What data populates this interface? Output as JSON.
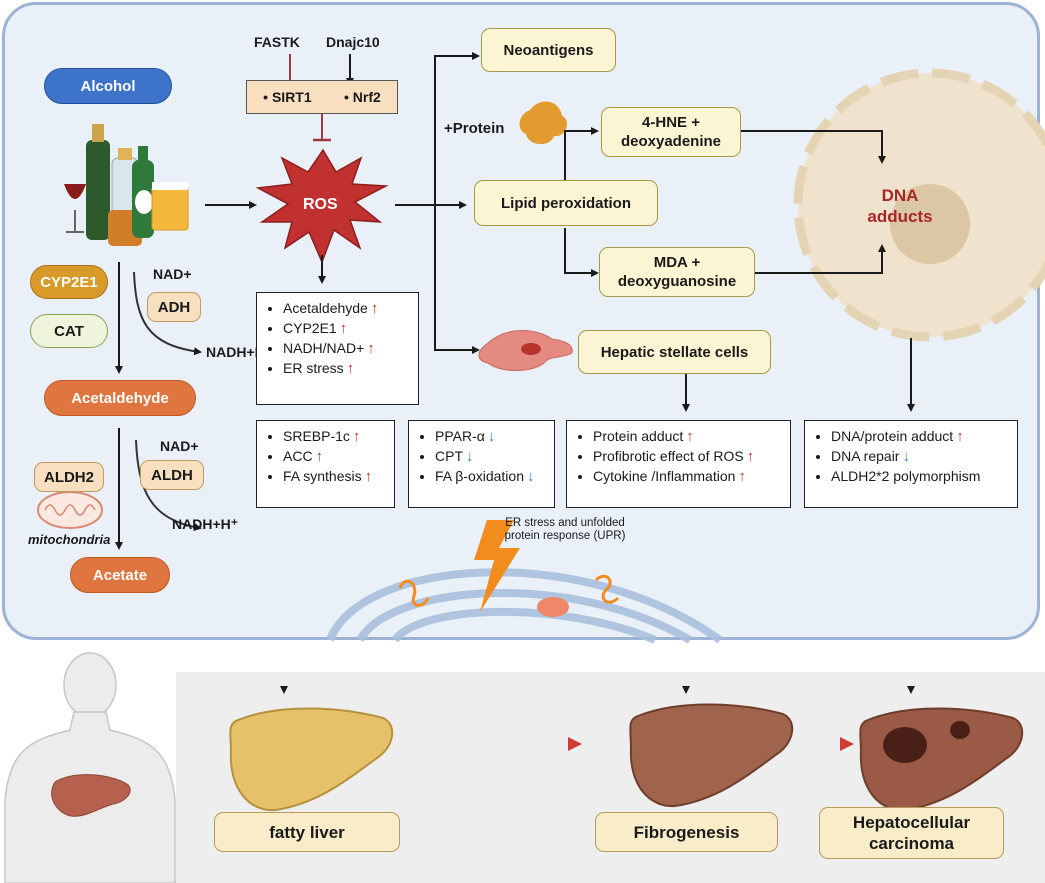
{
  "regulators": {
    "fastk": "FASTK",
    "dnajc10": "Dnajc10",
    "sirt1": "SIRT1",
    "nrf2": "Nrf2"
  },
  "metabolism": {
    "alcohol": "Alcohol",
    "cyp2e1": "CYP2E1",
    "cat": "CAT",
    "adh": "ADH",
    "nad1": "NAD+",
    "nadh1": "NADH+H⁺",
    "acetaldehyde": "Acetaldehyde",
    "aldh2": "ALDH2",
    "aldh": "ALDH",
    "nad2": "NAD+",
    "nadh2": "NADH+H⁺",
    "mitochondria": "mitochondria",
    "acetate": "Acetate"
  },
  "ros": "ROS",
  "ros_box": [
    "Acetaldehyde",
    "CYP2E1",
    "NADH/NAD+",
    "ER stress"
  ],
  "neoantigens": "Neoantigens",
  "protein": "+Protein",
  "hne": "4-HNE + deoxyadenine",
  "lipid_peroxidation": "Lipid peroxidation",
  "mda": "MDA + deoxyguanosine",
  "dna_adducts": "DNA adducts",
  "hsc": "Hepatic stellate cells",
  "srebp_box": [
    "SREBP-1c",
    "ACC",
    "FA synthesis"
  ],
  "ppar_box": [
    "PPAR-α",
    "CPT",
    "FA β-oxidation"
  ],
  "protein_box": [
    "Protein adduct",
    "Profibrotic effect of ROS",
    "Cytokine /Inflammation"
  ],
  "dna_box": [
    "DNA/protein adduct",
    "DNA repair",
    "ALDH2*2 polymorphism"
  ],
  "er_note": "ER stress and unfolded protein response (UPR)",
  "outcomes": {
    "fatty": "fatty liver",
    "fibro": "Fibrogenesis",
    "hcc": "Hepatocellular carcinoma"
  },
  "colors": {
    "panel": "#eaf0f8",
    "panel_border": "#9db3d6",
    "ros": "#c0312f",
    "up": "#c0392b",
    "down": "#2d86d8",
    "progress_arrow": "#d23b35"
  }
}
